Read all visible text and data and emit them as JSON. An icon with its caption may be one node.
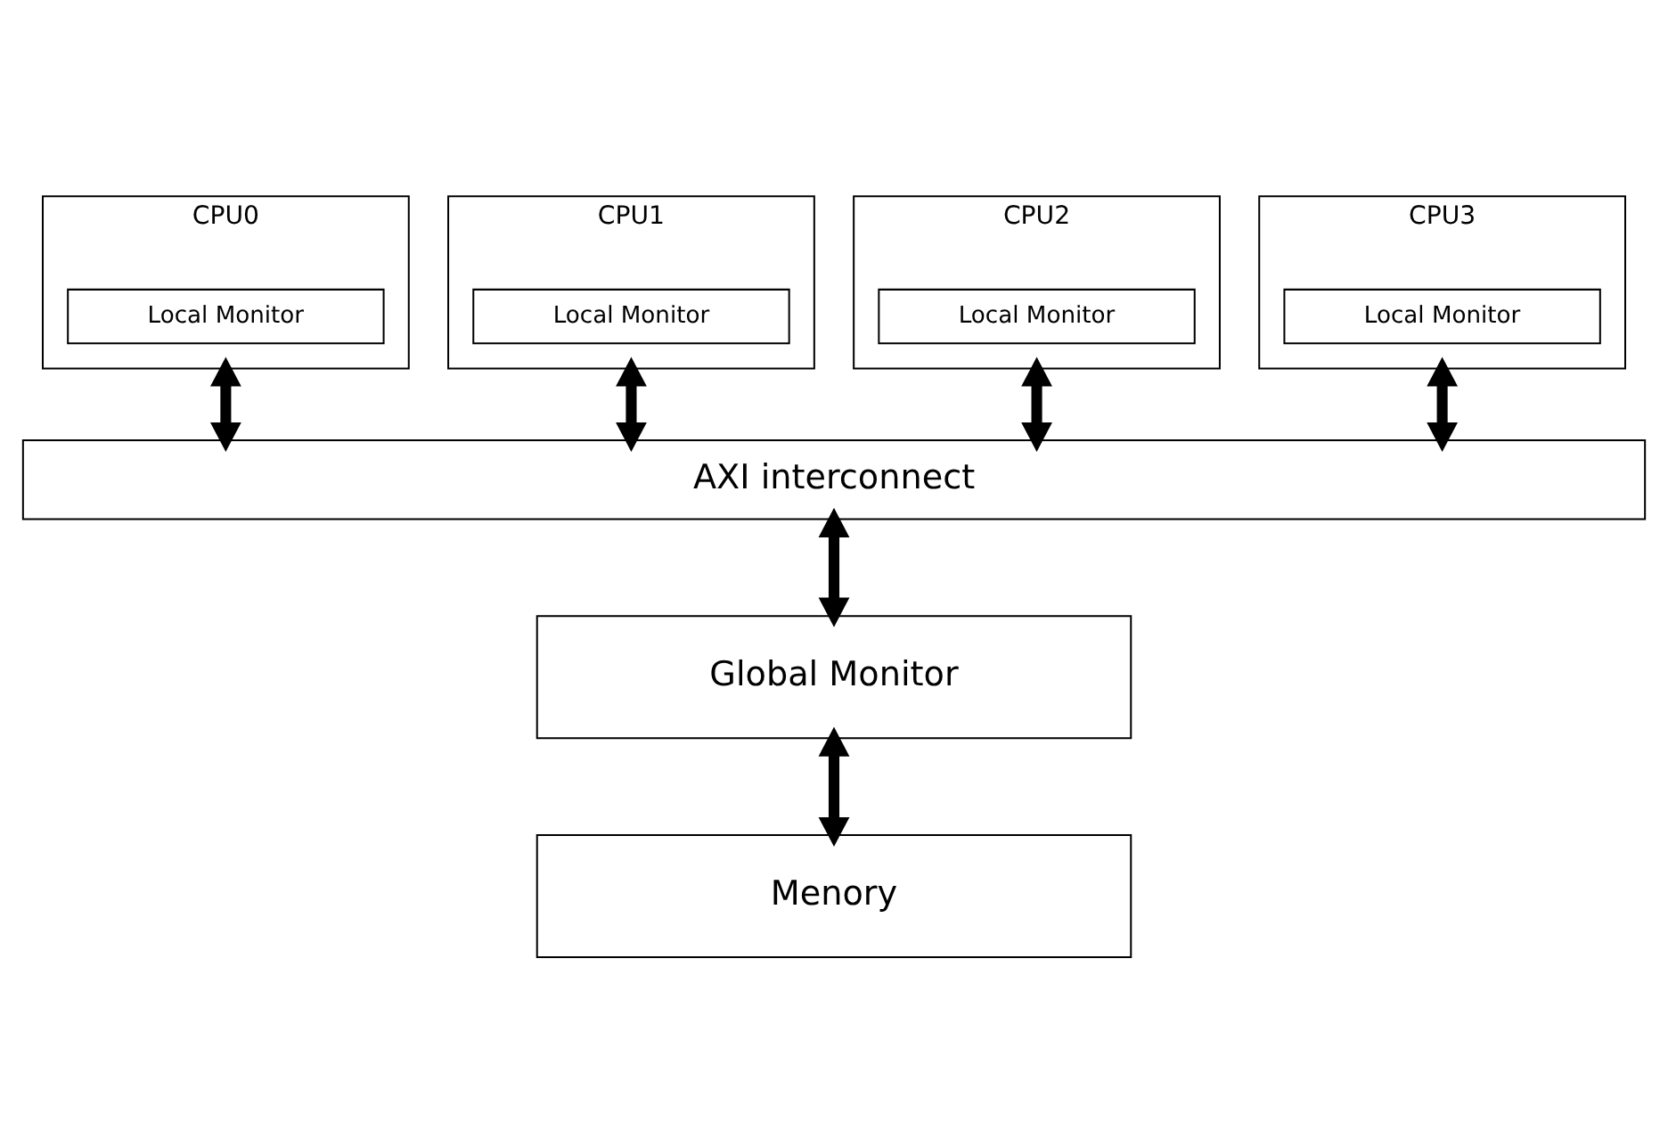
{
  "diagram": {
    "nodes": [
      {
        "text": [
          "CPU0"
        ]
      },
      {
        "text": [
          "Local Monitor"
        ],
        "in": 0
      },
      {
        "text": [
          "CPU1"
        ]
      },
      {
        "text": [
          "Local Monitor"
        ],
        "in": 2
      },
      {
        "text": [
          "CPU2"
        ]
      },
      {
        "text": [
          "Local Monitor"
        ],
        "in": 4
      },
      {
        "text": [
          "CPU3"
        ]
      },
      {
        "text": [
          "Local Monitor"
        ],
        "in": 6
      },
      {
        "text": [
          "AXI interconnect"
        ]
      },
      {
        "text": [
          "Global Monitor"
        ]
      },
      {
        "text": [
          "Menory"
        ]
      }
    ],
    "edges": [
      {
        "from": 0,
        "to": 8,
        "arrow": "both"
      },
      {
        "from": 2,
        "to": 8,
        "arrow": "both"
      },
      {
        "from": 4,
        "to": 8,
        "arrow": "both"
      },
      {
        "from": 6,
        "to": 8,
        "arrow": "both"
      },
      {
        "from": 8,
        "to": 9,
        "arrow": "both"
      },
      {
        "from": 9,
        "to": 10,
        "arrow": "both"
      }
    ]
  }
}
